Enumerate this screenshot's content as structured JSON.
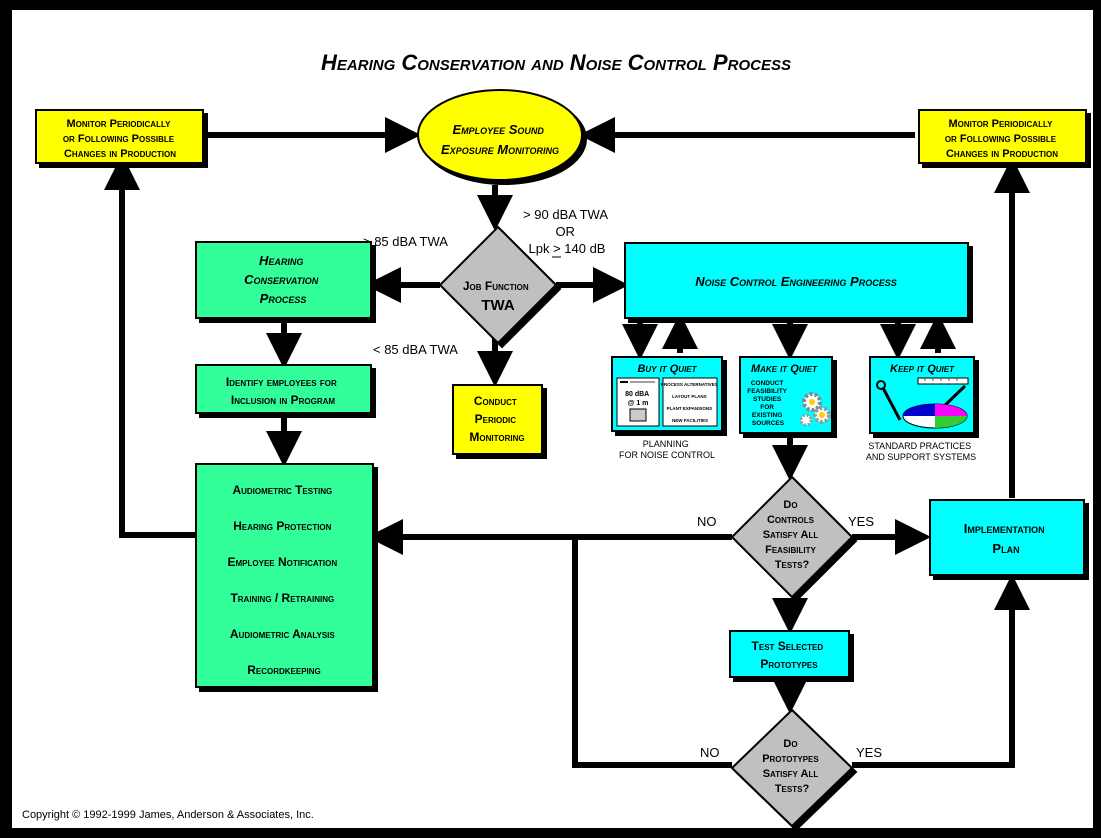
{
  "title": "Hearing Conservation and Noise Control Process",
  "colors": {
    "yellow": "#ffff00",
    "green": "#33ff99",
    "cyan": "#00ffff",
    "gray": "#c0c0c0",
    "arrow": "#000000"
  },
  "nodes": {
    "monitor_left": [
      "Monitor Periodically",
      "or Following Possible",
      "Changes in Production"
    ],
    "monitor_right": [
      "Monitor Periodically",
      "or Following Possible",
      "Changes in Production"
    ],
    "exposure": [
      "Employee Sound",
      "Exposure Monitoring"
    ],
    "job_function": [
      "Job Function",
      "TWA"
    ],
    "hcp": [
      "Hearing",
      "Conservation",
      "Process"
    ],
    "identify": [
      "Identify employees for",
      "Inclusion in Program"
    ],
    "conduct": [
      "Conduct",
      "Periodic",
      "Monitoring"
    ],
    "ncep": "Noise Control Engineering Process",
    "buy": {
      "title": "Buy it Quiet",
      "dba": "80 dBA",
      "dist": "@ 1 m",
      "items": [
        "PROCESS ALTERNATIVES",
        "LAYOUT PLANS",
        "PLANT EXPANSIONS",
        "NEW FACILITIES"
      ]
    },
    "make": {
      "title": "Make it Quiet",
      "lines": [
        "CONDUCT",
        "FEASIBILITY",
        "STUDIES",
        "FOR",
        "EXISTING",
        "SOURCES"
      ]
    },
    "keep": {
      "title": "Keep it Quiet"
    },
    "program_items": [
      "Audiometric Testing",
      "Hearing Protection",
      "Employee Notification",
      "Training / Retraining",
      "Audiometric Analysis",
      "Recordkeeping"
    ],
    "controls": [
      "Do",
      "Controls",
      "Satisfy All",
      "Feasibility",
      "Tests?"
    ],
    "implementation": [
      "Implementation",
      "Plan"
    ],
    "test_selected": [
      "Test Selected",
      "Prototypes"
    ],
    "prototypes": [
      "Do",
      "Prototypes",
      "Satisfy All",
      "Tests?"
    ]
  },
  "labels": {
    "ge85": "> 85 dBA TWA",
    "gt90": [
      "> 90 dBA TWA",
      "OR",
      "Lpk > 140 dB"
    ],
    "lt85": "< 85 dBA TWA",
    "planning": [
      "PLANNING",
      "FOR NOISE CONTROL"
    ],
    "standard": [
      "STANDARD PRACTICES",
      "AND SUPPORT SYSTEMS"
    ],
    "no1": "NO",
    "yes1": "YES",
    "no2": "NO",
    "yes2": "YES"
  },
  "copyright": "Copyright © 1992-1999 James, Anderson & Associates, Inc."
}
